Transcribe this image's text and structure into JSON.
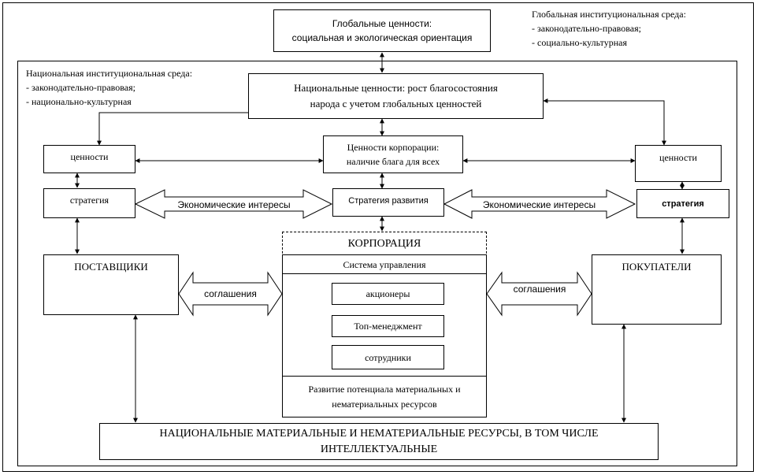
{
  "global_values": {
    "line1": "Глобальные ценности:",
    "line2": "социальная и экологическая ориентация"
  },
  "global_env": {
    "title": "Глобальная институциональная среда:",
    "item1": "- законодательно-правовая;",
    "item2": "- социально-культурная"
  },
  "national_env": {
    "title": "Национальная институциональная среда:",
    "item1": "- законодательно-правовая;",
    "item2": "- национально-культурная"
  },
  "national_values": {
    "line1": "Национальные ценности: рост благосостояния",
    "line2": "народа с учетом глобальных ценностей"
  },
  "corp_values": {
    "line1": "Ценности корпорации:",
    "line2": "наличие блага для всех"
  },
  "left_values": "ценности",
  "right_values": "ценности",
  "left_strategy": "стратегия",
  "right_strategy": "стратегия",
  "dev_strategy": "Стратегия развития",
  "econ_left": "Экономические интересы",
  "econ_right": "Экономические интересы",
  "suppliers": "ПОСТАВЩИКИ",
  "buyers": "ПОКУПАТЕЛИ",
  "agree_left": "соглашения",
  "agree_right": "соглашения",
  "corporation": {
    "title": "КОРПОРАЦИЯ",
    "management": "Система управления",
    "shareholders": "акционеры",
    "top_management": "Топ-менеджмент",
    "employees": "сотрудники",
    "development_line1": "Развитие потенциала материальных и",
    "development_line2": "нематериальных ресурсов"
  },
  "national_resources": {
    "line1": "НАЦИОНАЛЬНЫЕ МАТЕРИАЛЬНЫЕ И НЕМАТЕРИАЛЬНЫЕ РЕСУРСЫ, В ТОМ ЧИСЛЕ",
    "line2": "ИНТЕЛЛЕКТУАЛЬНЫЕ"
  }
}
